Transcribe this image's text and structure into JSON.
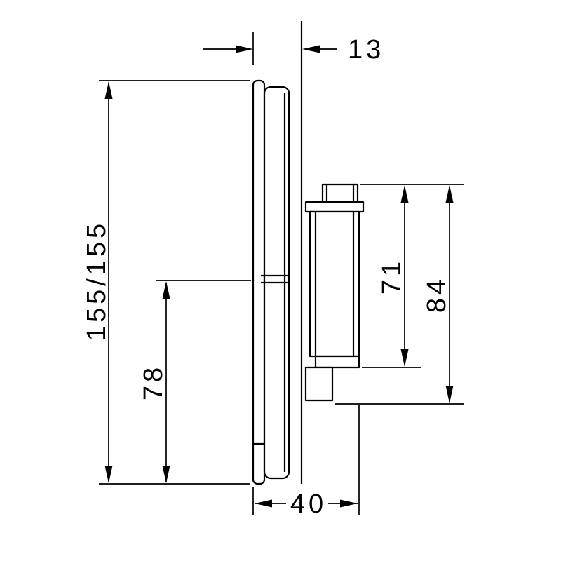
{
  "page": {
    "background": "#ffffff",
    "line_color": "#000000"
  },
  "drawing": {
    "type": "technical-dimension-diagram",
    "view": "side-view-concealed-shower-valve",
    "units": "mm",
    "dimensions": {
      "plate_depth": "13",
      "plate_size": "155/155",
      "axis_from_bottom": "78",
      "handle_body_height": "71",
      "handle_total_height": "84",
      "total_depth": "40"
    }
  }
}
